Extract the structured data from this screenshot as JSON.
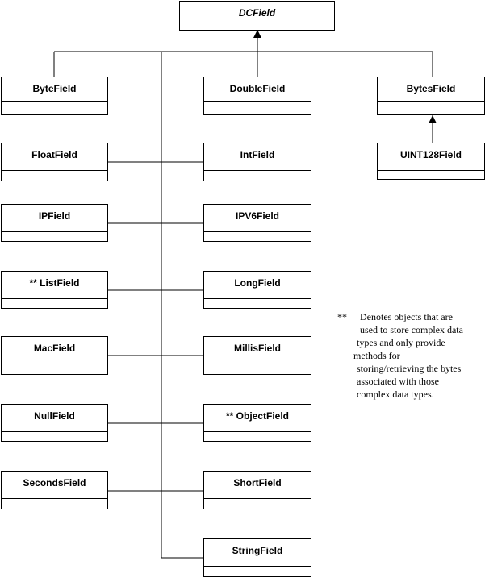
{
  "root": {
    "name": "DCField"
  },
  "classes": {
    "byte": "ByteField",
    "double": "DoubleField",
    "bytes": "BytesField",
    "uint128": "UINT128Field",
    "float": "FloatField",
    "int": "IntField",
    "ip": "IPField",
    "ipv6": "IPV6Field",
    "list": "** ListField",
    "long": "LongField",
    "mac": "MacField",
    "millis": "MillisField",
    "null": "NullField",
    "object": "** ObjectField",
    "seconds": "SecondsField",
    "short": "ShortField",
    "string": "StringField"
  },
  "note": {
    "marker": "**",
    "lines": [
      "Denotes objects that are",
      "used to store complex data",
      "types and only provide",
      "methods for",
      "storing/retrieving the bytes",
      "associated with those",
      "complex data types."
    ]
  },
  "colors": {
    "line": "#000000",
    "box_fill": "#ffffff",
    "text": "#000000"
  }
}
